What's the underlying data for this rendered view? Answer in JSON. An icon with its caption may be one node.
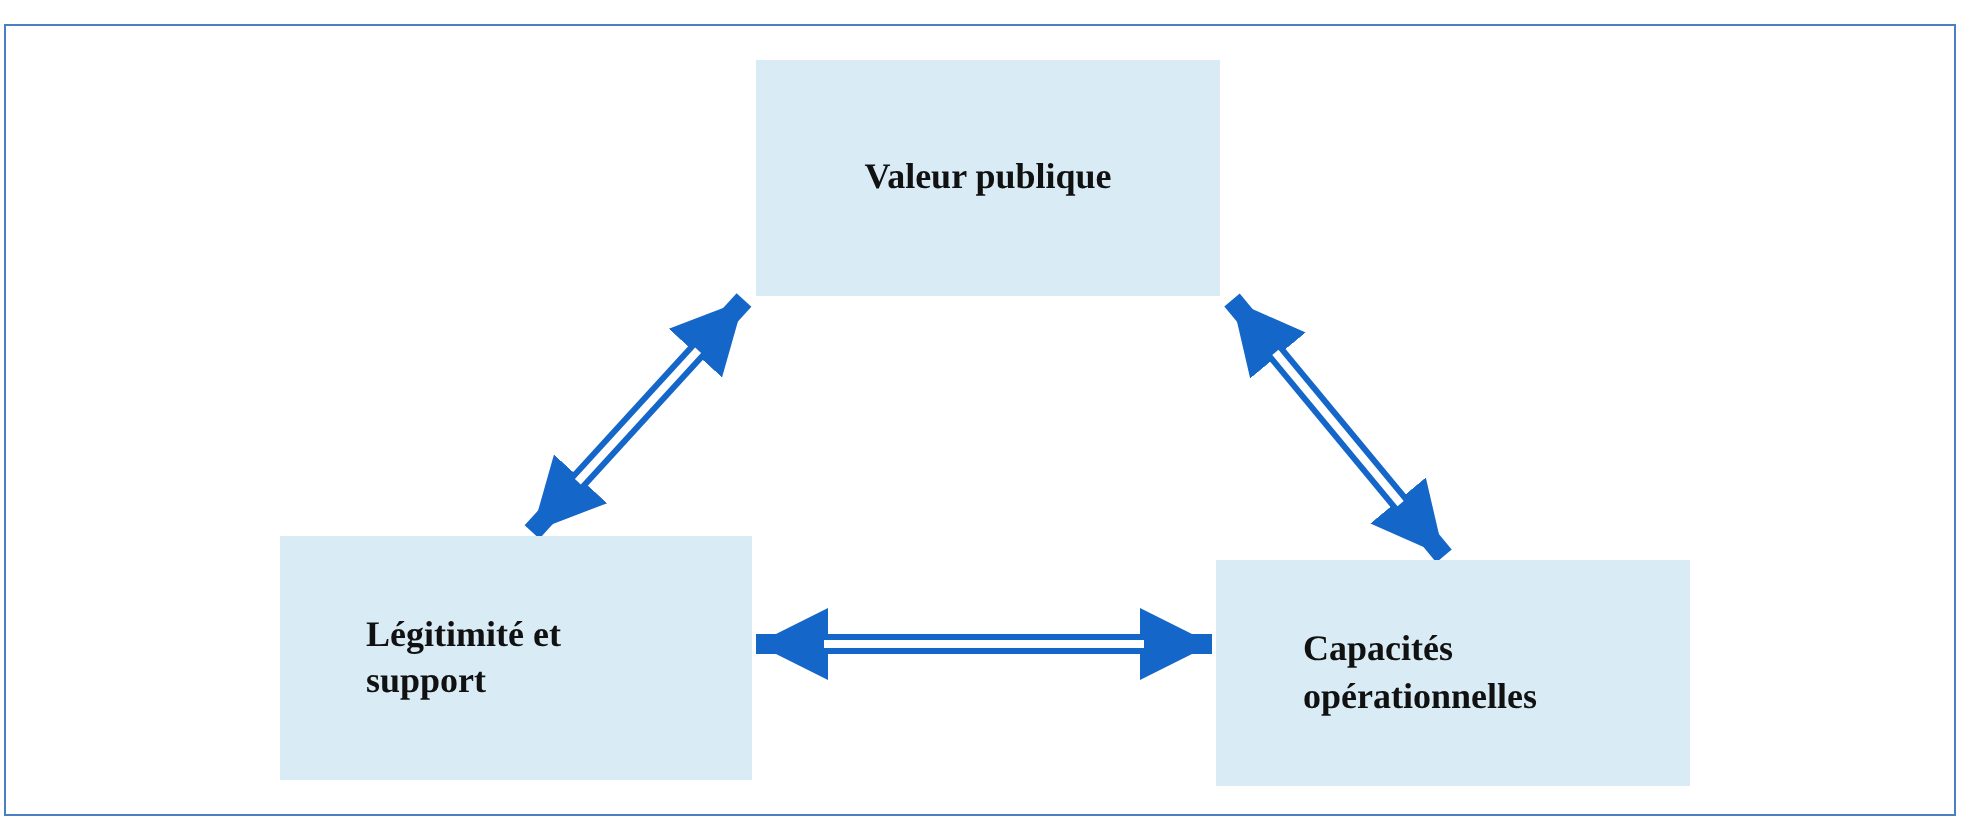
{
  "diagram": {
    "nodes": [
      {
        "text": [
          "Valeur publique"
        ]
      },
      {
        "text": [
          "Légitimité et support"
        ]
      },
      {
        "text": [
          "Capacités opérationnelles"
        ]
      }
    ],
    "edges": [
      {
        "from": 0,
        "to": 1,
        "arrow": "both"
      },
      {
        "from": 0,
        "to": 2,
        "arrow": "both"
      },
      {
        "from": 1,
        "to": 2,
        "arrow": "both"
      }
    ]
  }
}
